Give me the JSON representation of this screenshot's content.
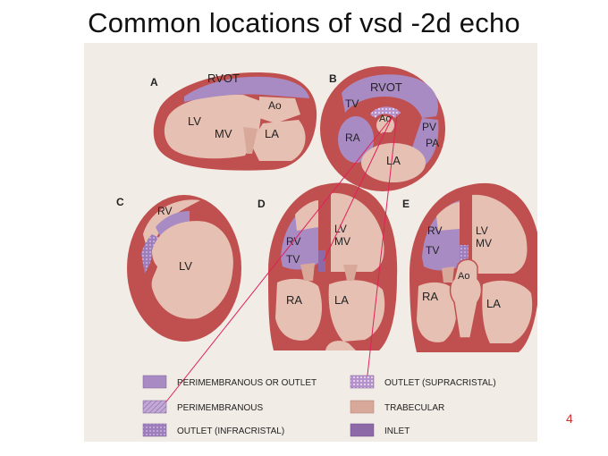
{
  "title": "Common locations of vsd   -2d echo",
  "slide_number": "4",
  "colors": {
    "background": "#f2ece6",
    "wall": "#c0504f",
    "chamber": "#e6c1b3",
    "tissue": "#d8a99a",
    "outlet": "#a98bc4",
    "inlet": "#8d6aa7",
    "supracristal_dots": "#e6d3ee",
    "pointer_line": "#e0205a",
    "label": "#222222"
  },
  "diagrams": {
    "A": {
      "letter": "A",
      "labels": {
        "rvot": "RVOT",
        "ao": "Ao",
        "lv": "LV",
        "mv": "MV",
        "la": "LA"
      }
    },
    "B": {
      "letter": "B",
      "labels": {
        "rvot": "RVOT",
        "tv": "TV",
        "ao": "Ao",
        "ra": "RA",
        "pv": "PV",
        "pa": "PA",
        "la": "LA"
      }
    },
    "C": {
      "letter": "C",
      "labels": {
        "rv": "RV",
        "lv": "LV"
      }
    },
    "D": {
      "letter": "D",
      "labels": {
        "rv": "RV",
        "lv": "LV",
        "mv": "MV",
        "tv": "TV",
        "ra": "RA",
        "la": "LA"
      }
    },
    "E": {
      "letter": "E",
      "labels": {
        "rv": "RV",
        "lv": "LV",
        "mv": "MV",
        "tv": "TV",
        "ao": "Ao",
        "ra": "RA",
        "la": "LA"
      }
    }
  },
  "legend": [
    {
      "label": "PERIMEMBRANOUS OR OUTLET",
      "pattern": "solid-outlet"
    },
    {
      "label": "OUTLET (SUPRACRISTAL)",
      "pattern": "dots-light"
    },
    {
      "label": "PERIMEMBRANOUS",
      "pattern": "hatch"
    },
    {
      "label": "TRABECULAR",
      "pattern": "solid-trabecular"
    },
    {
      "label": "OUTLET (INFRACRISTAL)",
      "pattern": "dots-dark"
    },
    {
      "label": "INLET",
      "pattern": "solid-inlet"
    }
  ]
}
